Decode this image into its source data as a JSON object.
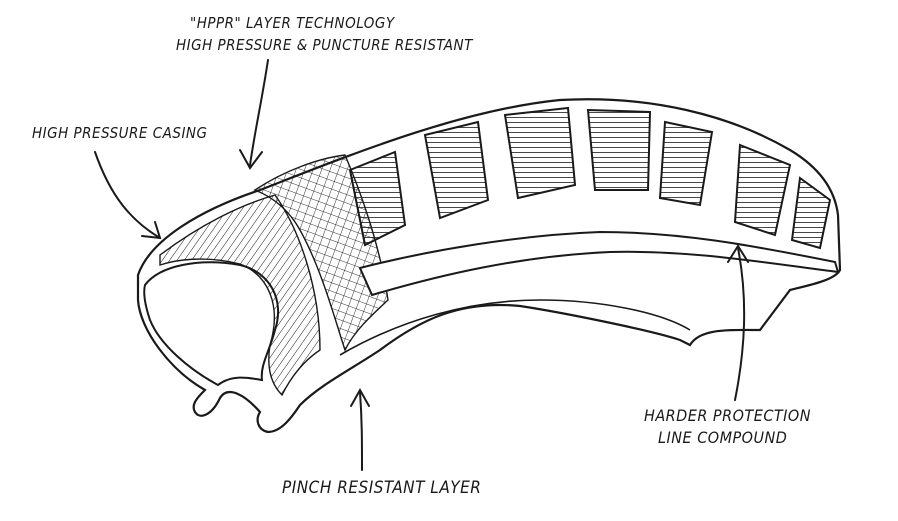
{
  "diagram": {
    "subject": "tire-cross-section",
    "labels": {
      "hppr_title": "\"HPPR\" Layer Technology",
      "hppr_subtitle": "High Pressure & Puncture Resistant",
      "casing": "High Pressure Casing",
      "harder_line1": "Harder Protection",
      "harder_line2": "Line Compound",
      "pinch": "Pinch Resistant Layer"
    },
    "colors": {
      "ink": "#1a1a1a",
      "paper": "#ffffff"
    }
  }
}
